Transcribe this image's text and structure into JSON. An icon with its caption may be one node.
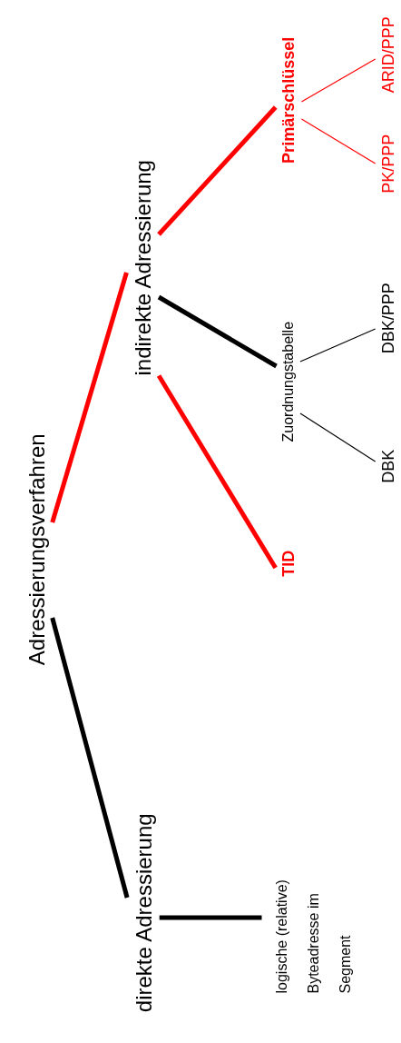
{
  "diagram": {
    "nodes": [
      {
        "text": [
          "Adressierungsverfahren"
        ]
      },
      {
        "text": [
          "direkte Adressierung"
        ]
      },
      {
        "text": [
          "indirekte Adressierung"
        ]
      },
      {
        "text": [
          "logische (relative) Byteadresse im Segment"
        ]
      },
      {
        "text": [
          "TID"
        ]
      },
      {
        "text": [
          "Zuordnungstabelle"
        ]
      },
      {
        "text": [
          "Primärschlüssel"
        ]
      },
      {
        "text": [
          "DBK"
        ]
      },
      {
        "text": [
          "DBK/PPP"
        ]
      },
      {
        "text": [
          "PK/PPP"
        ]
      },
      {
        "text": [
          "ARID/PPP"
        ]
      }
    ],
    "edges": [
      {
        "from": 0,
        "to": 1,
        "arrow": "none"
      },
      {
        "from": 0,
        "to": 2,
        "arrow": "none",
        "color": "#ff0000"
      },
      {
        "from": 1,
        "to": 3,
        "arrow": "none"
      },
      {
        "from": 2,
        "to": 4,
        "arrow": "none",
        "color": "#ff0000"
      },
      {
        "from": 2,
        "to": 5,
        "arrow": "none"
      },
      {
        "from": 2,
        "to": 6,
        "arrow": "none",
        "color": "#ff0000"
      },
      {
        "from": 5,
        "to": 7,
        "arrow": "none"
      },
      {
        "from": 5,
        "to": 8,
        "arrow": "none"
      },
      {
        "from": 6,
        "to": 9,
        "arrow": "none",
        "color": "#ff0000"
      },
      {
        "from": 6,
        "to": 10,
        "arrow": "none",
        "color": "#ff0000"
      }
    ]
  }
}
